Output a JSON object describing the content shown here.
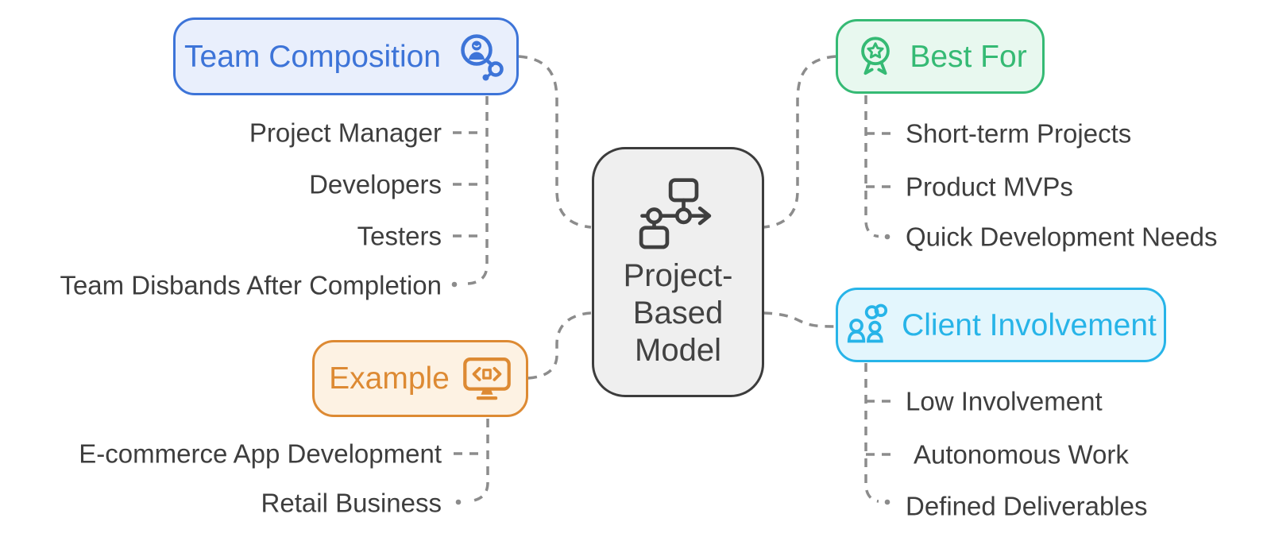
{
  "theme": {
    "blue": "#3D74D8",
    "blue_fill": "#E9EFFC",
    "green": "#35BA74",
    "green_fill": "#E8F8EF",
    "orange": "#DD8A33",
    "orange_fill": "#FDF2E3",
    "cyan": "#27B4E8",
    "cyan_fill": "#E3F6FD",
    "ink": "#3C3C3C",
    "node_fill": "#EFEFEF",
    "connector": "#8C8C8C",
    "text": "#3E3E3E"
  },
  "central": {
    "label": "Project-Based Model",
    "label_lines": "Project-\nBased\nModel",
    "icon": "flowchart-icon"
  },
  "branches": [
    {
      "label": "Team Composition",
      "icon": "people-network-icon",
      "accent": "#3D74D8",
      "items": [
        "Project Manager",
        "Developers",
        "Testers",
        "Team Disbands After Completion"
      ]
    },
    {
      "label": "Best For",
      "icon": "award-ribbon-icon",
      "accent": "#35BA74",
      "items": [
        "Short-term Projects",
        "Product MVPs",
        "Quick Development Needs"
      ]
    },
    {
      "label": "Example",
      "icon": "monitor-code-icon",
      "accent": "#DD8A33",
      "items": [
        "E-commerce App Development",
        "Retail Business"
      ]
    },
    {
      "label": "Client Involvement",
      "icon": "people-link-icon",
      "accent": "#27B4E8",
      "items": [
        "Low Involvement",
        "Autonomous Work",
        "Defined Deliverables"
      ]
    }
  ]
}
